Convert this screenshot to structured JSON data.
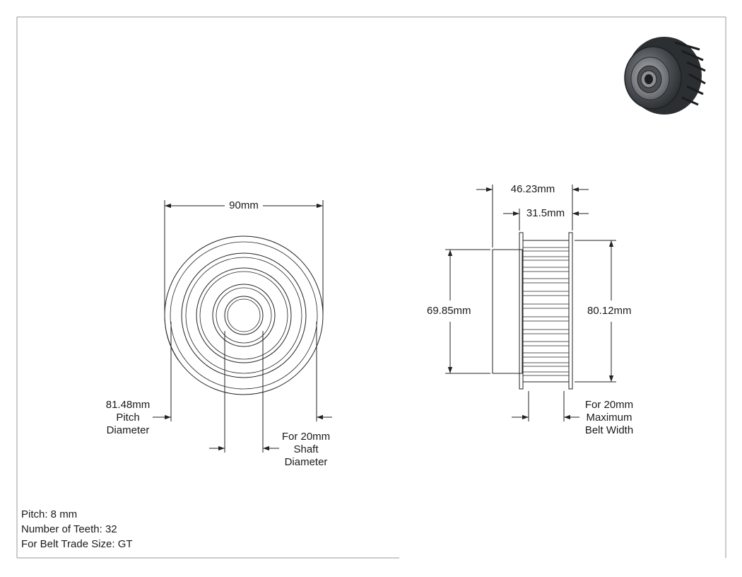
{
  "front_view": {
    "overall_dim": "90mm",
    "pitch_diameter": {
      "line1": "81.48mm",
      "line2": "Pitch",
      "line3": "Diameter"
    },
    "shaft_diameter": {
      "line1": "For 20mm",
      "line2": "Shaft",
      "line3": "Diameter"
    }
  },
  "side_view": {
    "overall_width": "46.23mm",
    "tooth_width": "31.5mm",
    "hub_diameter": "69.85mm",
    "flange_diameter": "80.12mm",
    "belt_width": {
      "line1": "For 20mm",
      "line2": "Maximum",
      "line3": "Belt Width"
    }
  },
  "specs": {
    "pitch": "Pitch: 8 mm",
    "teeth": "Number of Teeth: 32",
    "belt_size": "For Belt Trade Size: GT"
  }
}
